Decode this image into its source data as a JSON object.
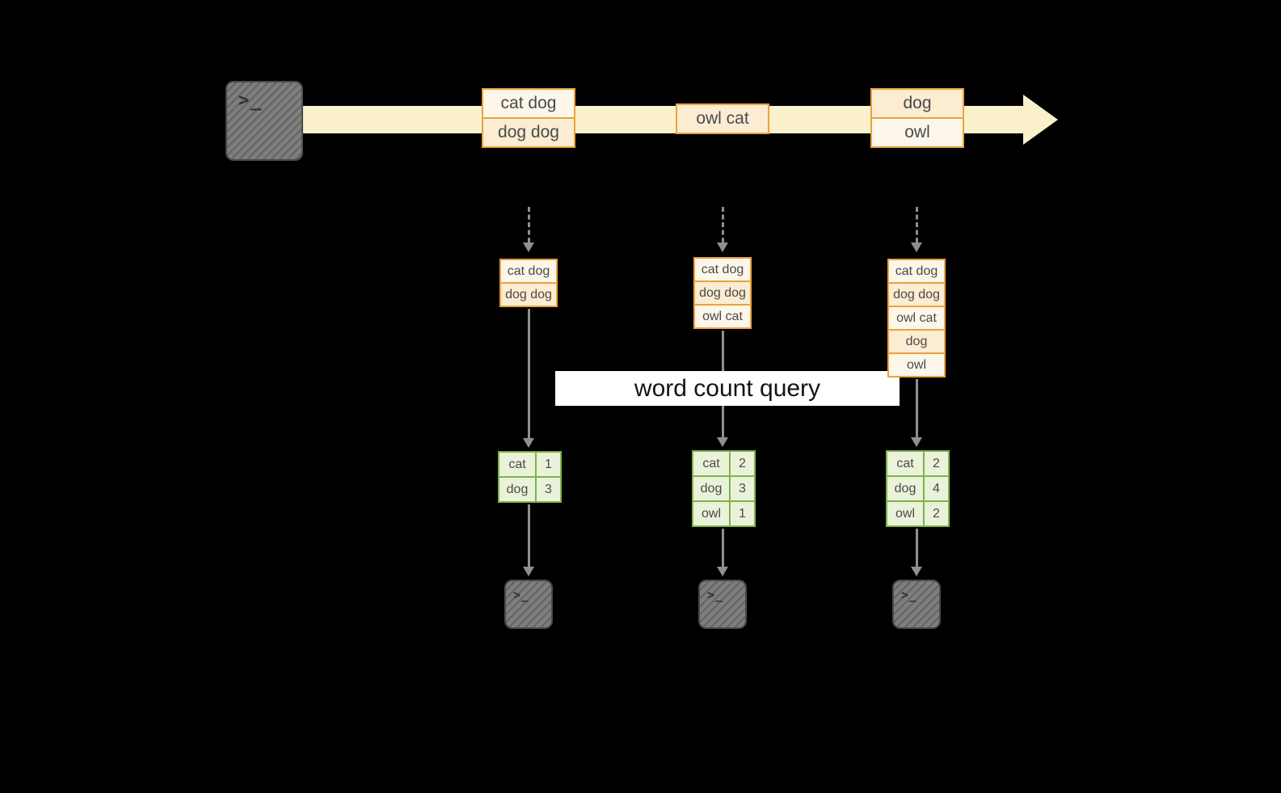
{
  "colors": {
    "background": "#000000",
    "stream_band": "#fbf0cc",
    "orange_border": "#e8a33d",
    "orange_fill_light": "#fdf6ea",
    "orange_fill_dark": "#fbecd2",
    "green_border": "#7fb347",
    "green_fill": "#eaf2da",
    "arrow_gray": "#8f8f8f",
    "terminal_gray": "#7e7e7e"
  },
  "terminal_glyph": ">_",
  "stream_batches": [
    {
      "cells": [
        "cat dog",
        "dog dog"
      ]
    },
    {
      "cells": [
        "owl cat"
      ]
    },
    {
      "cells": [
        "dog",
        "owl"
      ]
    }
  ],
  "snapshots": [
    {
      "cells": [
        "cat dog",
        "dog dog"
      ]
    },
    {
      "cells": [
        "cat dog",
        "dog dog",
        "owl cat"
      ]
    },
    {
      "cells": [
        "cat dog",
        "dog dog",
        "owl cat",
        "dog",
        "owl"
      ]
    }
  ],
  "query_banner": "word count query",
  "count_tables": [
    {
      "rows": [
        {
          "word": "cat",
          "count": "1"
        },
        {
          "word": "dog",
          "count": "3"
        }
      ]
    },
    {
      "rows": [
        {
          "word": "cat",
          "count": "2"
        },
        {
          "word": "dog",
          "count": "3"
        },
        {
          "word": "owl",
          "count": "1"
        }
      ]
    },
    {
      "rows": [
        {
          "word": "cat",
          "count": "2"
        },
        {
          "word": "dog",
          "count": "4"
        },
        {
          "word": "owl",
          "count": "2"
        }
      ]
    }
  ]
}
